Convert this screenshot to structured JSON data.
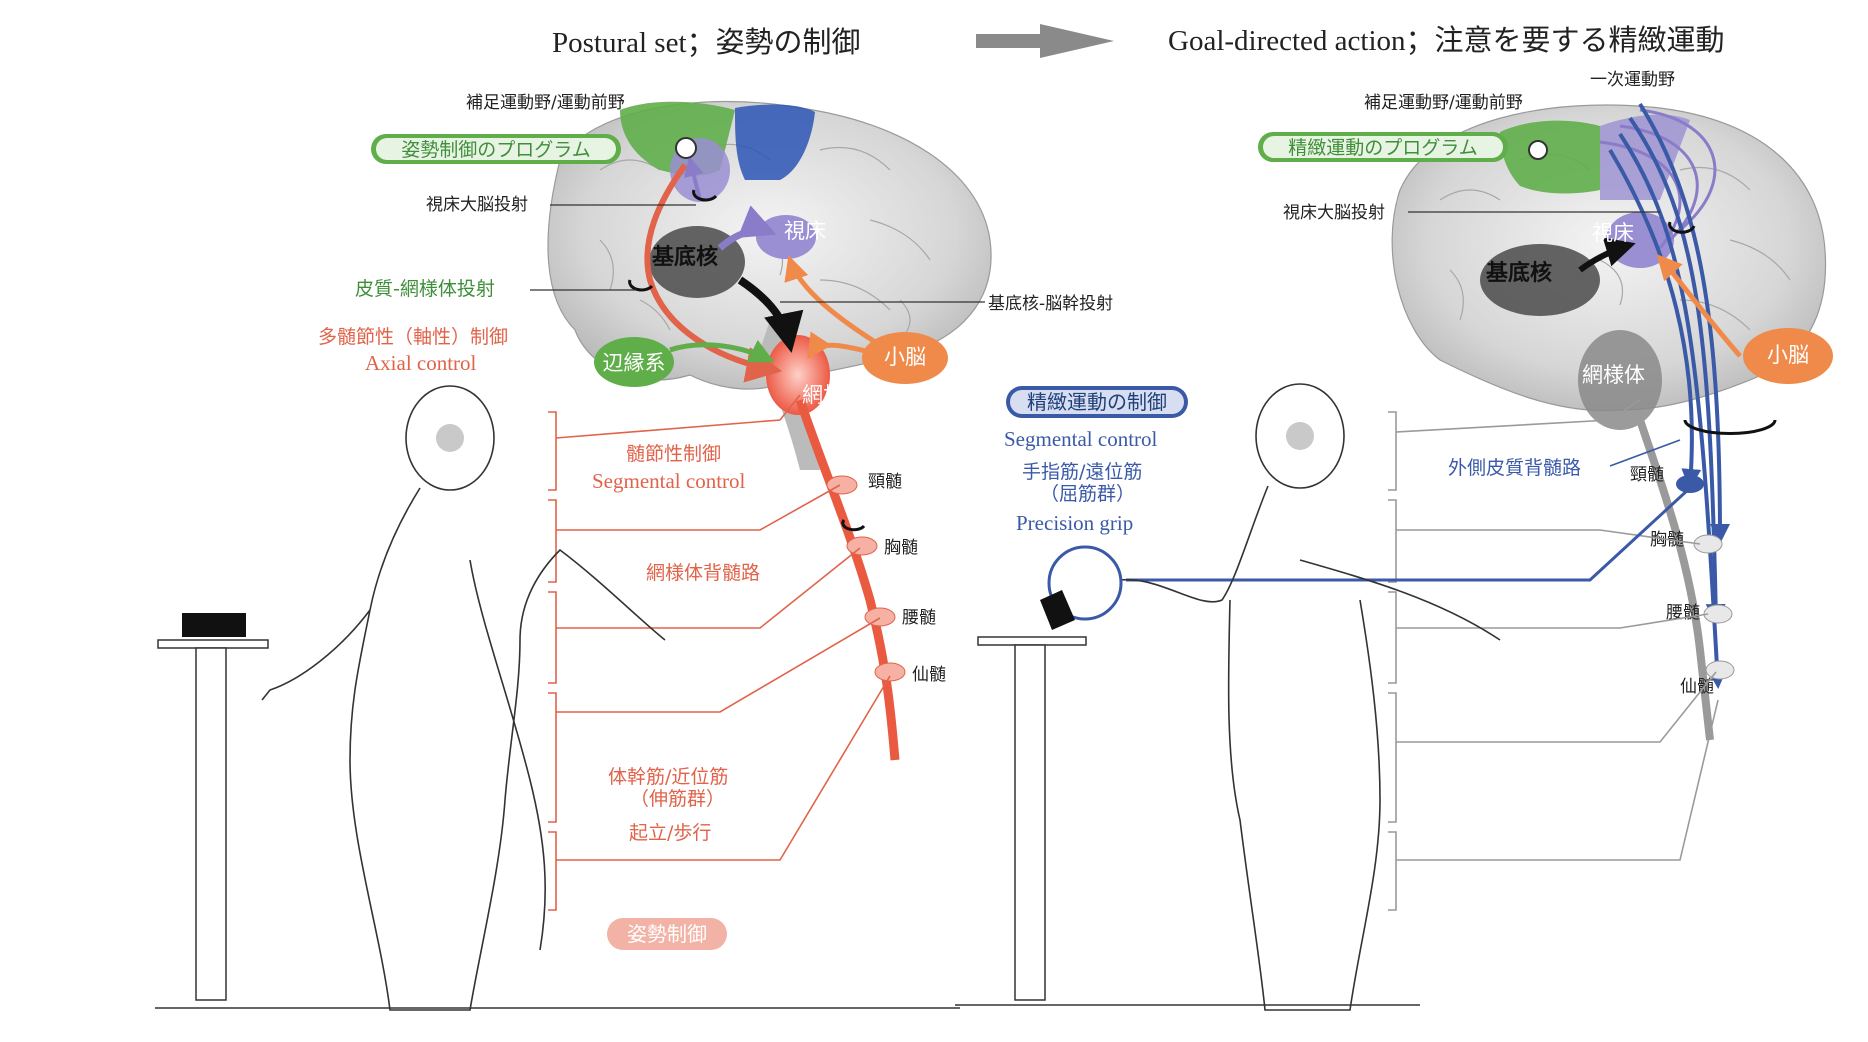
{
  "titles": {
    "left": "Postural set；姿勢の制御",
    "right": "Goal-directed action；注意を要する精緻運動"
  },
  "left_panel": {
    "sma_pmc": "補足運動野/運動前野",
    "program": "姿勢制御のプログラム",
    "thalamocortical": "視床大脳投射",
    "thalamus": "視床",
    "basal_ganglia": "基底核",
    "corticoreticular": "皮質-網様体投射",
    "bg_brainstem": "基底核-脳幹投射",
    "axial_jp": "多髄節性（軸性）制御",
    "axial_en": "Axial control",
    "limbic": "辺縁系",
    "cerebellum": "小脳",
    "reticular": "網様体",
    "segmental_jp": "髄節性制御",
    "segmental_en": "Segmental control",
    "reticulospinal": "網様体背髄路",
    "trunk_muscles": "体幹筋/近位筋",
    "extensors": "（伸筋群）",
    "standing": "起立/歩行",
    "postural_control": "姿勢制御",
    "cervical": "頸髄",
    "thoracic": "胸髄",
    "lumbar": "腰髄",
    "sacral": "仙髄"
  },
  "right_panel": {
    "primary_motor": "一次運動野",
    "sma_pmc": "補足運動野/運動前野",
    "program": "精緻運動のプログラム",
    "thalamocortical": "視床大脳投射",
    "thalamus": "視床",
    "basal_ganglia": "基底核",
    "reticular": "網様体",
    "cerebellum": "小脳",
    "fine_control": "精緻運動の制御",
    "segmental_en": "Segmental control",
    "finger_muscles": "手指筋/遠位筋",
    "flexors": "（屈筋群）",
    "precision_grip": "Precision grip",
    "lateral_cst": "外側皮質背髄路",
    "cervical": "頸髄",
    "thoracic": "胸髄",
    "lumbar": "腰髄",
    "sacral": "仙髄"
  },
  "colors": {
    "red": "#e0634a",
    "blue": "#3a5aa8",
    "green": "#5fae4a",
    "purple": "#8a7cc8",
    "orange": "#f08a4b",
    "gray": "#9a9a9a"
  }
}
